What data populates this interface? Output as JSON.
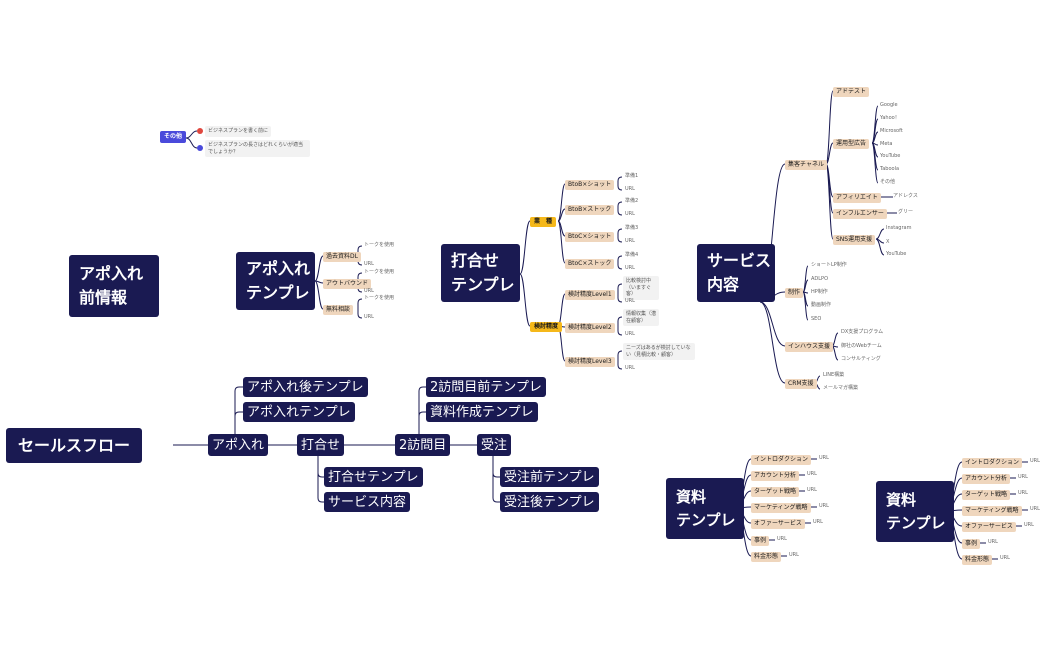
{
  "colors": {
    "navy": "#1a1a52",
    "tan": "#efd6bd",
    "yellow": "#f5b81a",
    "gray": "#f2f2f2",
    "blue": "#4a4adb",
    "red": "#e0473e"
  },
  "other": {
    "label": "その他",
    "items": [
      "ビジネスプランを書く前に",
      "ビジネスプランの長さはどれくらいが適当でしょうか？"
    ]
  },
  "apo_info": {
    "line1": "アポ入れ",
    "line2": "前情報"
  },
  "apo_template": {
    "line1": "アポ入れ",
    "line2": "テンプレ",
    "branches": [
      {
        "label": "過去資料DL",
        "leaves": [
          "トークを使用",
          "URL"
        ]
      },
      {
        "label": "アウトバウンド",
        "leaves": [
          "トークを使用",
          "URL"
        ]
      },
      {
        "label": "無料相談",
        "leaves": [
          "トークを使用",
          "URL"
        ]
      }
    ]
  },
  "meeting_template": {
    "line1": "打合せ",
    "line2": "テンプレ",
    "groups": [
      {
        "label": "業　種",
        "items": [
          {
            "label": "BtoB×ショット",
            "leaves": [
              "準備1",
              "URL"
            ]
          },
          {
            "label": "BtoB×ストック",
            "leaves": [
              "準備2",
              "URL"
            ]
          },
          {
            "label": "BtoC×ショット",
            "leaves": [
              "準備3",
              "URL"
            ]
          },
          {
            "label": "BtoC×ストック",
            "leaves": [
              "準備4",
              "URL"
            ]
          }
        ]
      },
      {
        "label": "検討精度",
        "items": [
          {
            "label": "検討精度Level1",
            "leaves": [
              "比較検討中（いますぐ客）",
              "URL"
            ]
          },
          {
            "label": "検討精度Level2",
            "leaves": [
              "情報収集（潜在顧客）",
              "URL"
            ]
          },
          {
            "label": "検討精度Level3",
            "leaves": [
              "ニーズはあるが検討していない（見積比較・顧客）",
              "URL"
            ]
          }
        ]
      }
    ]
  },
  "service": {
    "line1": "サービス",
    "line2": "内容",
    "groups": [
      {
        "label": "集客チャネル",
        "items": [
          {
            "label": "アドテスト",
            "leaves": []
          },
          {
            "label": "運用型広告",
            "leaves": [
              "Google",
              "Yahoo！",
              "Microsoft",
              "Meta",
              "YouTube",
              "Taboola",
              "その他"
            ]
          },
          {
            "label": "アフィリエイト",
            "leaves": [
              "アドレクス"
            ]
          },
          {
            "label": "インフルエンサー",
            "leaves": [
              "グリー"
            ]
          },
          {
            "label": "SNS運用支援",
            "leaves": [
              "Instagram",
              "X",
              "YouTube"
            ]
          }
        ]
      },
      {
        "label": "制作",
        "items": [
          {
            "label": "ショートLP制作",
            "leaves": []
          },
          {
            "label": "ADLPO",
            "leaves": []
          },
          {
            "label": "HP制作",
            "leaves": []
          },
          {
            "label": "動画制作",
            "leaves": []
          },
          {
            "label": "SEO",
            "leaves": []
          }
        ]
      },
      {
        "label": "インハウス支援",
        "items": [
          {
            "label": "DX支援プログラム",
            "leaves": []
          },
          {
            "label": "御社のWebチーム",
            "leaves": []
          },
          {
            "label": "コンサルティング",
            "leaves": []
          }
        ]
      },
      {
        "label": "CRM支援",
        "items": [
          {
            "label": "LINE構築",
            "leaves": []
          },
          {
            "label": "メールマガ構築",
            "leaves": []
          }
        ]
      }
    ]
  },
  "flow": {
    "title": "セールスフロー",
    "steps": [
      "アポ入れ",
      "打合せ",
      "2訪問目",
      "受注"
    ],
    "apo_children": [
      "アポ入れ後テンプレ",
      "アポ入れテンプレ"
    ],
    "meeting_children": [
      "打合せテンプレ",
      "サービス内容"
    ],
    "second_children": [
      "2訪問目前テンプレ",
      "資料作成テンプレ"
    ],
    "order_children": [
      "受注前テンプレ",
      "受注後テンプレ"
    ]
  },
  "doc_templates": [
    {
      "line1": "資料",
      "line2": "テンプレ",
      "items": [
        "イントロダクション",
        "アカウント分析",
        "ターゲット戦略",
        "マーケティング戦略",
        "オファーサービス",
        "事例",
        "料金形態"
      ],
      "leaf": "URL"
    },
    {
      "line1": "資料",
      "line2": "テンプレ",
      "items": [
        "イントロダクション",
        "アカウント分析",
        "ターゲット戦略",
        "マーケティング戦略",
        "オファーサービス",
        "事例",
        "料金形態"
      ],
      "leaf": "URL"
    }
  ]
}
